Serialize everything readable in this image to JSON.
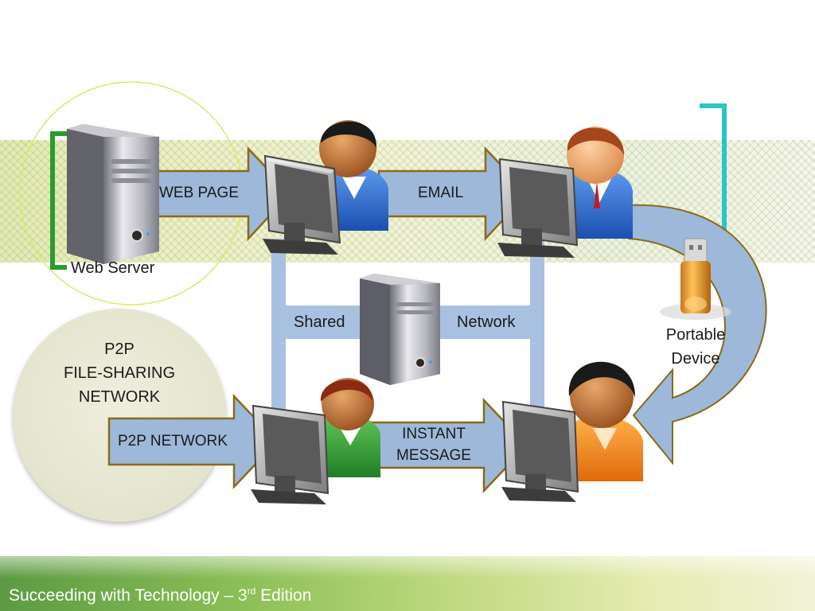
{
  "diagram": {
    "web_server_label": "Web Server",
    "web_page_label": "WEB PAGE",
    "email_label": "EMAIL",
    "shared_label": "Shared",
    "network_label": "Network",
    "portable_device_label_line1": "Portable",
    "portable_device_label_line2": "Device",
    "p2p_circle_line1": "P2P",
    "p2p_circle_line2": "FILE-SHARING",
    "p2p_circle_line3": "NETWORK",
    "p2p_network_label": "P2P NETWORK",
    "instant_message_line1": "INSTANT",
    "instant_message_line2": "MESSAGE"
  },
  "footer": {
    "text_before": "Succeeding with Technology – 3",
    "superscript": "rd",
    "text_after": " Edition"
  },
  "colors": {
    "arrow_fill": "#9db8d9",
    "arrow_stroke": "#8a6a1a",
    "green_bracket": "#2e9a2e",
    "teal_bracket": "#2ec4c4",
    "network_lines": "#a9c1e0",
    "p2p_circle": "#ecebd9"
  }
}
